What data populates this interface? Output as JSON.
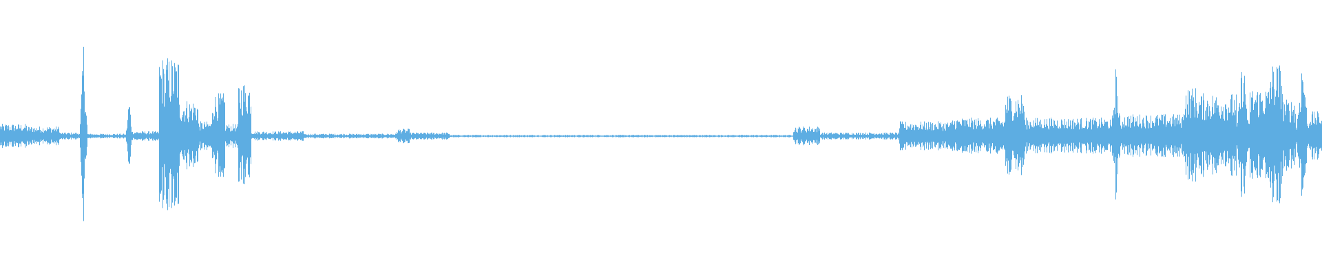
{
  "waveform": {
    "color": "#5dade2",
    "background": "#ffffff",
    "baseline_amplitude": 0.01,
    "segments": [
      {
        "start": 0.0,
        "end": 0.02,
        "amp": 0.1
      },
      {
        "start": 0.02,
        "end": 0.045,
        "amp": 0.08
      },
      {
        "start": 0.045,
        "end": 0.06,
        "amp": 0.03
      },
      {
        "start": 0.06,
        "end": 0.066,
        "amp": 0.8,
        "spike": true
      },
      {
        "start": 0.066,
        "end": 0.095,
        "amp": 0.02
      },
      {
        "start": 0.095,
        "end": 0.1,
        "amp": 0.35,
        "spike": true
      },
      {
        "start": 0.1,
        "end": 0.12,
        "amp": 0.04
      },
      {
        "start": 0.12,
        "end": 0.135,
        "amp": 0.65
      },
      {
        "start": 0.135,
        "end": 0.15,
        "amp": 0.3
      },
      {
        "start": 0.15,
        "end": 0.16,
        "amp": 0.12
      },
      {
        "start": 0.16,
        "end": 0.17,
        "amp": 0.35
      },
      {
        "start": 0.17,
        "end": 0.18,
        "amp": 0.1
      },
      {
        "start": 0.18,
        "end": 0.19,
        "amp": 0.45
      },
      {
        "start": 0.19,
        "end": 0.23,
        "amp": 0.04
      },
      {
        "start": 0.23,
        "end": 0.3,
        "amp": 0.02
      },
      {
        "start": 0.3,
        "end": 0.31,
        "amp": 0.06
      },
      {
        "start": 0.31,
        "end": 0.34,
        "amp": 0.03
      },
      {
        "start": 0.34,
        "end": 0.6,
        "amp": 0.01
      },
      {
        "start": 0.6,
        "end": 0.62,
        "amp": 0.08
      },
      {
        "start": 0.62,
        "end": 0.68,
        "amp": 0.03
      },
      {
        "start": 0.68,
        "end": 0.72,
        "amp": 0.12
      },
      {
        "start": 0.72,
        "end": 0.76,
        "amp": 0.15
      },
      {
        "start": 0.76,
        "end": 0.775,
        "amp": 0.35
      },
      {
        "start": 0.775,
        "end": 0.84,
        "amp": 0.15
      },
      {
        "start": 0.84,
        "end": 0.848,
        "amp": 0.6,
        "spike": true
      },
      {
        "start": 0.848,
        "end": 0.895,
        "amp": 0.18
      },
      {
        "start": 0.895,
        "end": 0.905,
        "amp": 0.4
      },
      {
        "start": 0.905,
        "end": 0.935,
        "amp": 0.35
      },
      {
        "start": 0.935,
        "end": 0.945,
        "amp": 0.7,
        "spike": true
      },
      {
        "start": 0.945,
        "end": 0.96,
        "amp": 0.4
      },
      {
        "start": 0.96,
        "end": 0.97,
        "amp": 0.6
      },
      {
        "start": 0.97,
        "end": 0.98,
        "amp": 0.3
      },
      {
        "start": 0.98,
        "end": 0.99,
        "amp": 0.7,
        "spike": true
      },
      {
        "start": 0.99,
        "end": 1.0,
        "amp": 0.2
      }
    ]
  }
}
